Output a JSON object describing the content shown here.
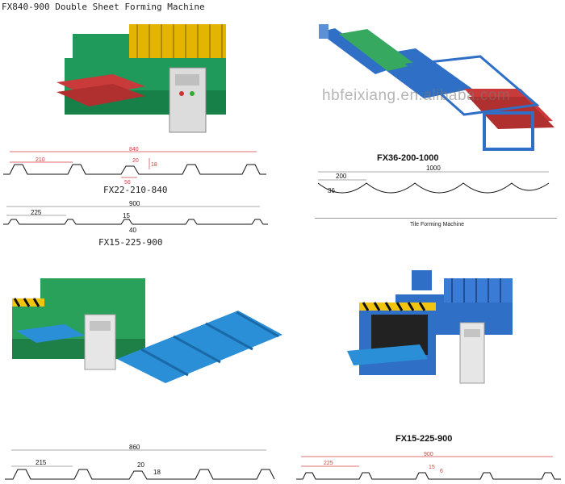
{
  "top_left": {
    "title": "FX840-900 Double Sheet Forming Machine",
    "profile_a": {
      "overall": "840",
      "pitch": "210",
      "top": "20",
      "height": "18",
      "bottom": "56",
      "caption": "FX22-210-840"
    },
    "profile_b": {
      "overall": "900",
      "pitch": "225",
      "top": "15",
      "bottom": "40",
      "caption": "FX15-225-900"
    }
  },
  "top_right": {
    "watermark": "hbfeixiang.en.alibaba.com",
    "caption": "FX36-200-1000",
    "profile": {
      "overall": "1000",
      "pitch": "200",
      "height": "36"
    },
    "footer": "Tile Forming Machine"
  },
  "bottom_left": {
    "profile": {
      "overall": "860",
      "pitch": "215",
      "top": "20",
      "height": "18"
    }
  },
  "bottom_right": {
    "caption": "FX15-225-900",
    "profile": {
      "overall": "900",
      "pitch": "225",
      "top": "15",
      "height": "6"
    }
  },
  "colors": {
    "machine_green": "#1f9a5a",
    "machine_blue": "#2f6fc6",
    "sheet_red": "#c93a3a",
    "sheet_blue": "#2a8fd6",
    "dimension_red": "#d04040"
  }
}
